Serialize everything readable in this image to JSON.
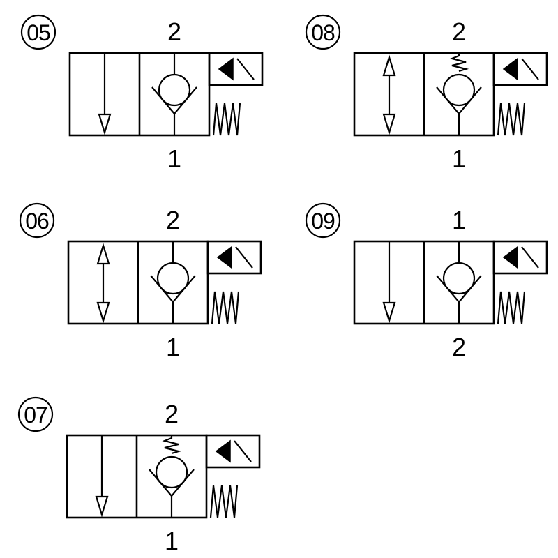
{
  "valves": [
    {
      "code": "05",
      "top_port": "2",
      "bottom_port": "1",
      "left_arrow": "down",
      "check_spring": false
    },
    {
      "code": "08",
      "top_port": "2",
      "bottom_port": "1",
      "left_arrow": "double",
      "check_spring": true
    },
    {
      "code": "06",
      "top_port": "2",
      "bottom_port": "1",
      "left_arrow": "double",
      "check_spring": false
    },
    {
      "code": "09",
      "top_port": "1",
      "bottom_port": "2",
      "left_arrow": "down",
      "check_spring": false
    },
    {
      "code": "07",
      "top_port": "2",
      "bottom_port": "1",
      "left_arrow": "down",
      "check_spring": true
    }
  ]
}
